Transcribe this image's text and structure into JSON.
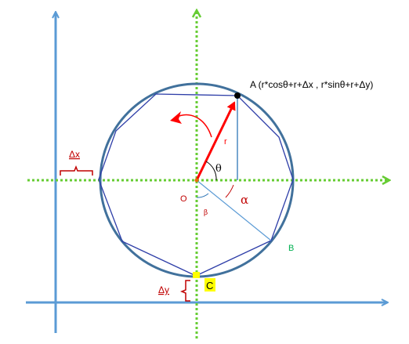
{
  "labels": {
    "point_a": "A (r*cosθ+r+Δx , r*sinθ+r+Δy)",
    "radius": "r",
    "theta": "θ",
    "origin": "O",
    "alpha": "α",
    "beta": "β",
    "point_b": "B",
    "point_c": "C",
    "delta_x": "Δx",
    "delta_y": "Δy"
  },
  "colors": {
    "axes": "#5b9bd5",
    "center_axes": "#66cc33",
    "circle": "#41719c",
    "polygon": "#2e3ea8",
    "radius_vector": "#ff0000",
    "annotation": "#c00000",
    "label_b": "#00b050",
    "highlight": "#ffff00"
  }
}
